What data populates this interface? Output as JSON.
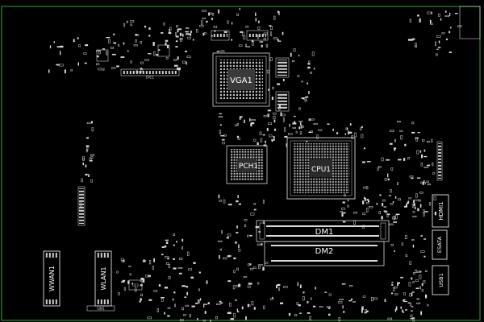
{
  "board": {
    "background": "#000000",
    "outline_color": "#2e8a2e",
    "silkscreen_color": "#e8e8e8",
    "pad_color": "#cfcfcf"
  },
  "labels": {
    "vga": "VGA1",
    "pch": "PCH1",
    "cpu": "CPU1",
    "dm1": "DM1",
    "dm2": "DM2",
    "hdmi": "HDMI1",
    "esata": "ESATA",
    "usb": "USB1",
    "wwan": "WWAN1",
    "wlan": "WLAN1"
  },
  "small_labels": {
    "top_connector": "FPC1",
    "wlan_ic": "U22",
    "bottom_connector": "SIM1",
    "left_connector": "CON1"
  }
}
